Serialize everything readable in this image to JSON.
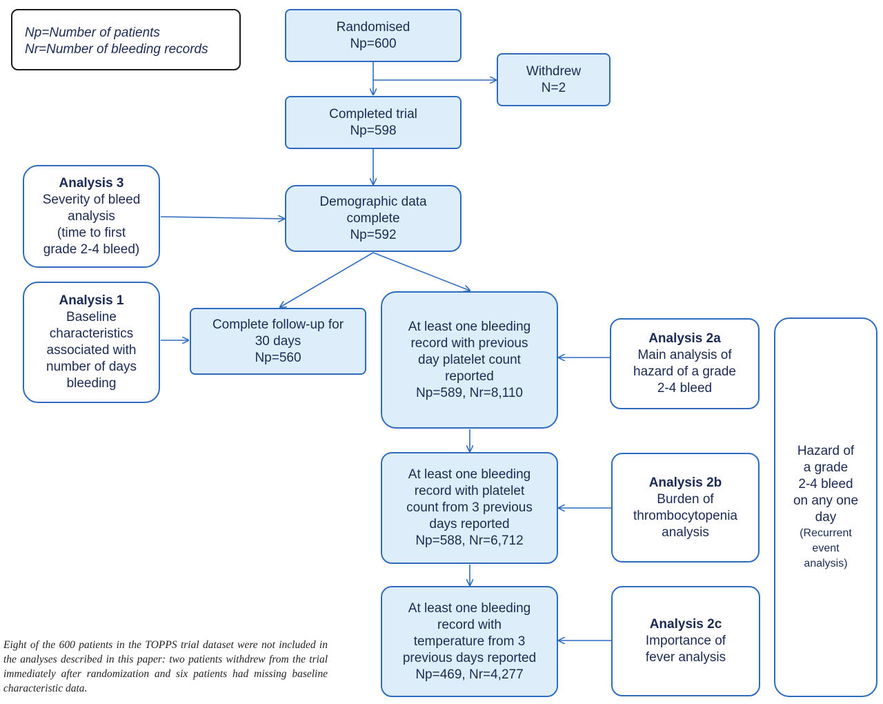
{
  "legend": {
    "np": "Np=Number of patients",
    "nr": "Nr=Number of bleeding records"
  },
  "boxes": {
    "randomised": [
      "Randomised",
      "Np=600"
    ],
    "withdrew": [
      "Withdrew",
      "N=2"
    ],
    "completed": [
      "Completed trial",
      "Np=598"
    ],
    "demographic": [
      "Demographic data",
      "complete",
      "Np=592"
    ],
    "analysis3": {
      "title": "Analysis 3",
      "lines": [
        "Severity of bleed",
        "analysis",
        "(time to first",
        "grade 2-4 bleed)"
      ]
    },
    "analysis1": {
      "title": "Analysis 1",
      "lines": [
        "Baseline",
        "characteristics",
        "associated with",
        "number of days",
        "bleeding"
      ]
    },
    "followup": [
      "Complete follow-up for",
      "30 days",
      "Np=560"
    ],
    "bleed1": [
      "At least one bleeding",
      "record with previous",
      "day platelet count",
      "reported",
      "Np=589, Nr=8,110"
    ],
    "bleed3": [
      "At least one bleeding",
      "record with platelet",
      "count from 3 previous",
      "days reported",
      "Np=588, Nr=6,712"
    ],
    "temp3": [
      "At least one bleeding",
      "record with",
      "temperature from 3",
      "previous days reported",
      "Np=469, Nr=4,277"
    ],
    "analysis2a": {
      "title": "Analysis 2a",
      "lines": [
        "Main analysis of",
        "hazard of a grade",
        "2-4 bleed"
      ]
    },
    "analysis2b": {
      "title": "Analysis 2b",
      "lines": [
        "Burden of",
        "thrombocytopenia",
        "analysis"
      ]
    },
    "analysis2c": {
      "title": "Analysis 2c",
      "lines": [
        "Importance of",
        "fever analysis"
      ]
    },
    "hazard": {
      "lines": [
        "Hazard of",
        "a grade",
        "2-4 bleed",
        "on any one",
        "day"
      ],
      "small": [
        "(Recurrent",
        "event",
        "analysis)"
      ]
    }
  },
  "footnote": "Eight of the 600 patients in the TOPPS trial dataset were not included in the analyses described in this paper: two patients withdrew from the trial immediately after randomization and six patients had missing baseline characteristic data.",
  "colors": {
    "border": "#2e6bbf",
    "fill": "#ddeefa",
    "text": "#1a2a55"
  }
}
